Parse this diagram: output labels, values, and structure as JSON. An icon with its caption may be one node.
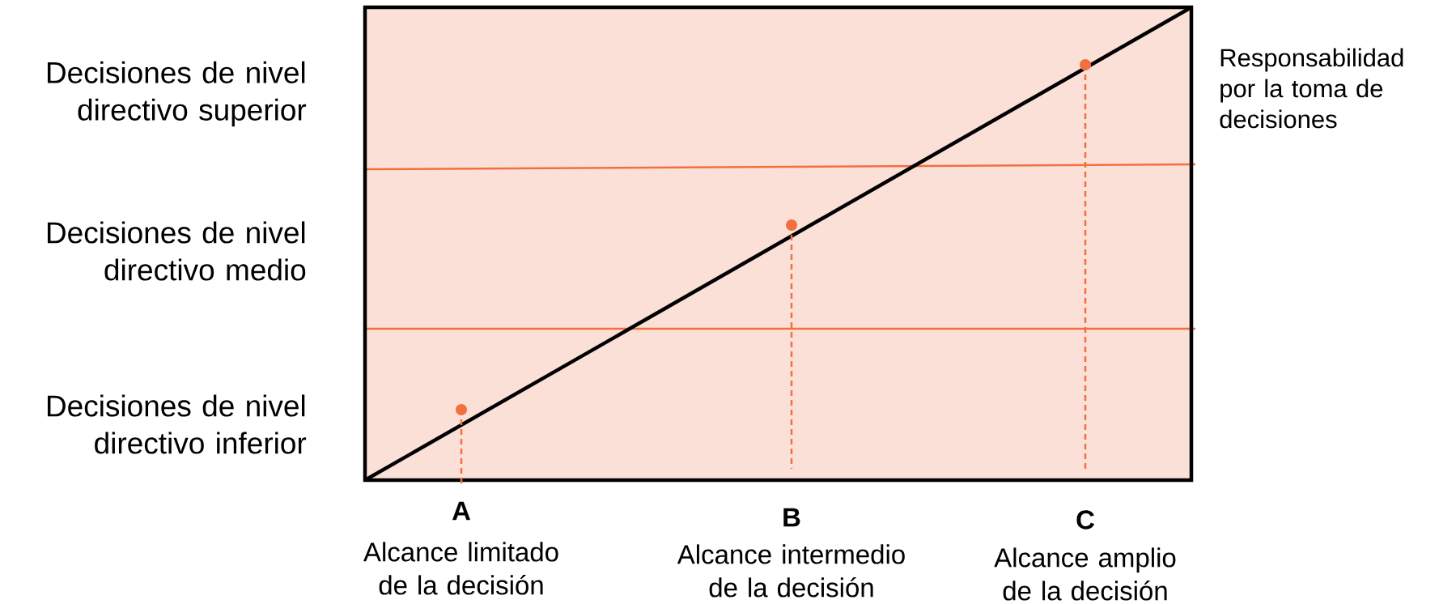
{
  "diagram": {
    "labels": [
      "Decisiones de nivel directivo superior",
      "Responsabilidad por la toma de decisiones",
      "Decisiones de nivel directivo medio",
      "Decisiones de nivel directivo inferior",
      "A",
      "Alcance limitado de la decisión",
      "B",
      "Alcance intermedio de la decisión",
      "C",
      "Alcance amplio de la decisión"
    ]
  }
}
